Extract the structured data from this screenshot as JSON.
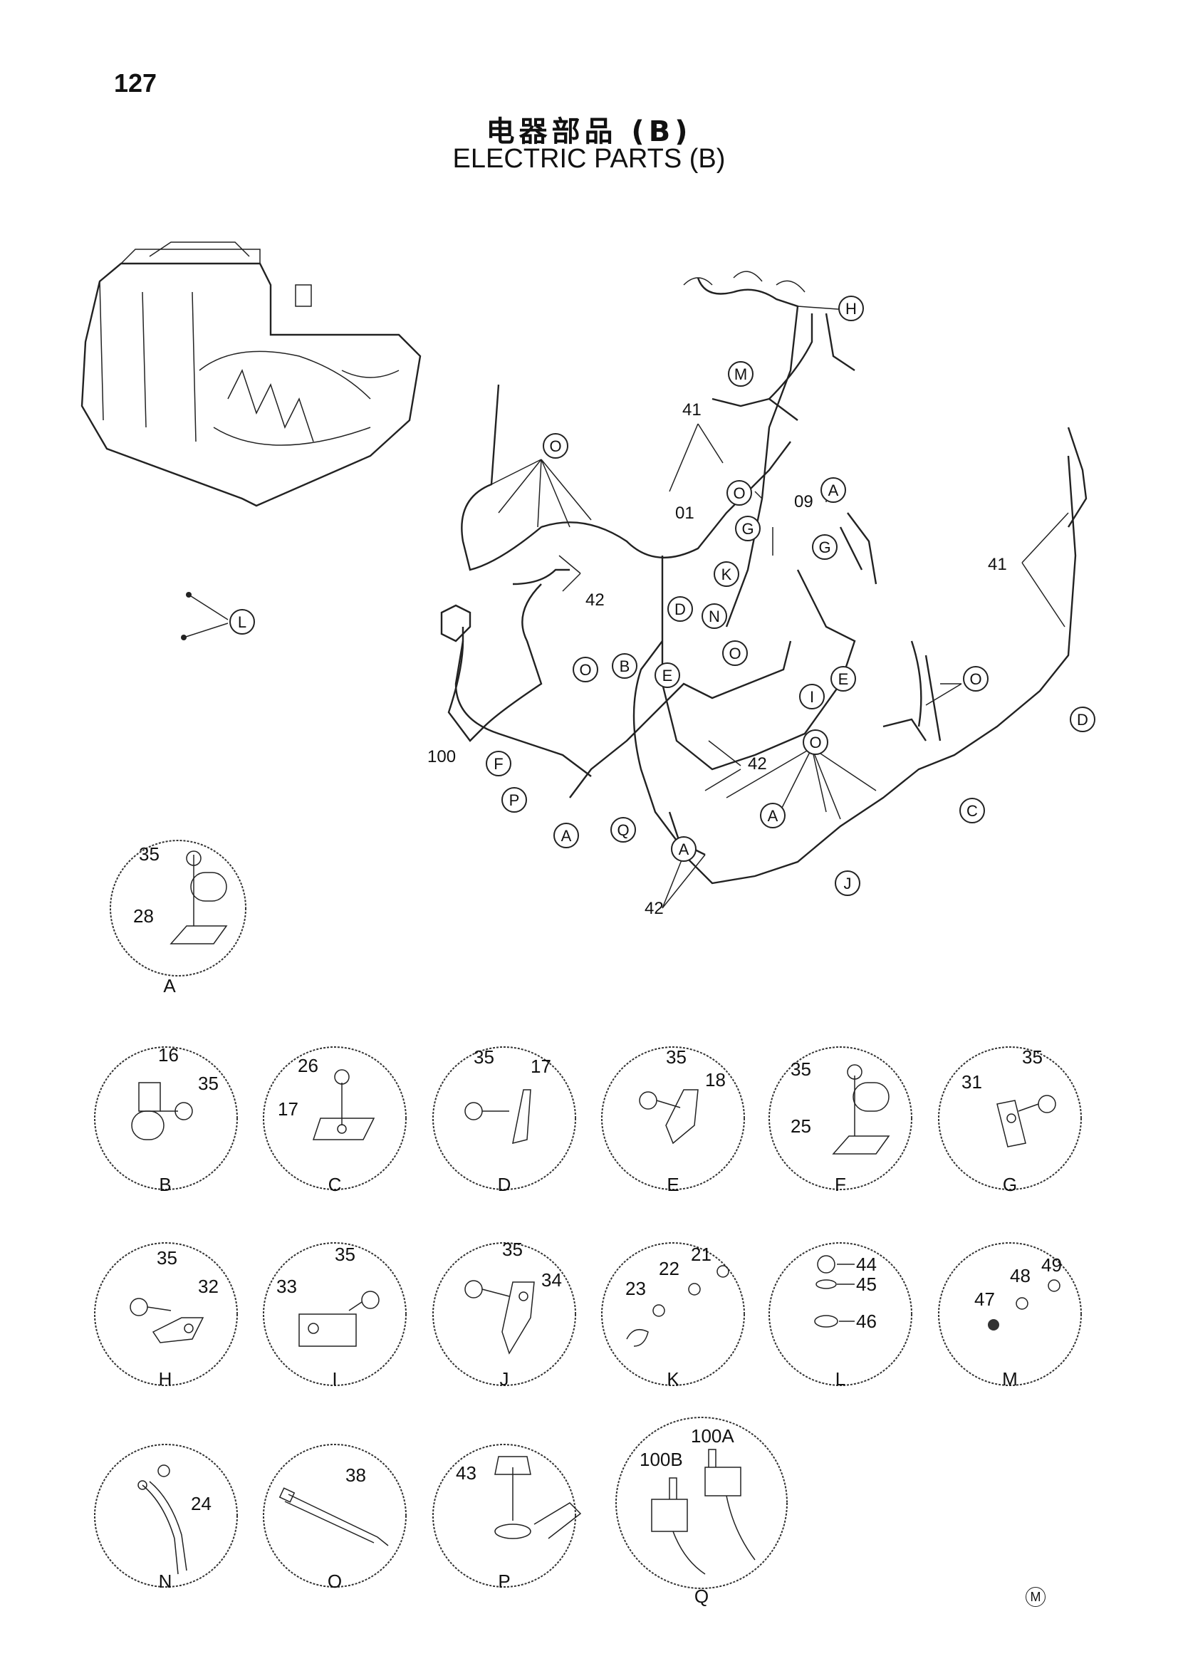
{
  "header": {
    "page_number": "127",
    "title_cn": "电器部品 (B)",
    "title_en": "ELECTRIC PARTS (B)"
  },
  "overview_callouts": [
    "H",
    "M",
    "O",
    "O",
    "G",
    "A",
    "G",
    "K",
    "D",
    "N",
    "O",
    "L",
    "B",
    "O",
    "E",
    "E",
    "I",
    "O",
    "F",
    "P",
    "A",
    "Q",
    "A",
    "A",
    "J",
    "C",
    "D",
    "O"
  ],
  "overview_numbers": [
    "41",
    "01",
    "09",
    "42",
    "41",
    "100",
    "42",
    "42"
  ],
  "details": [
    {
      "letter": "A",
      "parts": [
        "35",
        "28"
      ]
    },
    {
      "letter": "B",
      "parts": [
        "16",
        "35"
      ]
    },
    {
      "letter": "C",
      "parts": [
        "26",
        "17"
      ]
    },
    {
      "letter": "D",
      "parts": [
        "35",
        "17"
      ]
    },
    {
      "letter": "E",
      "parts": [
        "35",
        "18"
      ]
    },
    {
      "letter": "F",
      "parts": [
        "35",
        "25"
      ]
    },
    {
      "letter": "G",
      "parts": [
        "35",
        "31"
      ]
    },
    {
      "letter": "H",
      "parts": [
        "35",
        "32"
      ]
    },
    {
      "letter": "I",
      "parts": [
        "35",
        "33"
      ]
    },
    {
      "letter": "J",
      "parts": [
        "35",
        "34"
      ]
    },
    {
      "letter": "K",
      "parts": [
        "21",
        "22",
        "23"
      ]
    },
    {
      "letter": "L",
      "parts": [
        "44",
        "45",
        "46"
      ]
    },
    {
      "letter": "M",
      "parts": [
        "49",
        "48",
        "47"
      ]
    },
    {
      "letter": "N",
      "parts": [
        "24"
      ]
    },
    {
      "letter": "O",
      "parts": [
        "38"
      ]
    },
    {
      "letter": "P",
      "parts": [
        "43"
      ]
    },
    {
      "letter": "Q",
      "parts": [
        "100A",
        "100B"
      ]
    }
  ],
  "footer_mark": "M"
}
